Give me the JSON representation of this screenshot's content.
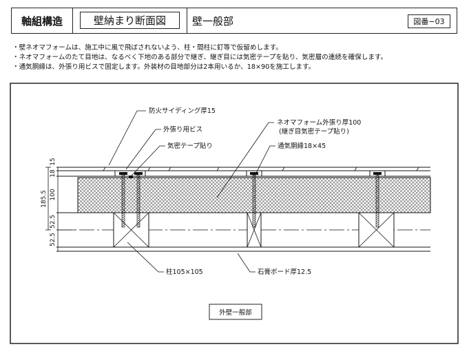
{
  "header": {
    "category": "軸組構造",
    "drawing_type": "壁納まり断面図",
    "section": "壁一般部",
    "drawing_no": "図番−03"
  },
  "notes": [
    "・壁ネオマフォームは、施工中に風で飛ばされないよう、柱・間柱に釘等で仮留めします。",
    "・ネオマフォームのたて目地は、なるべく下地のある部分で継ぎ、継ぎ目には気密テープを貼り、気密層の連続を確保します。",
    "・通気胴縁は、外張り用ビスで固定します。外装材の目地部分は2本用いるか、18×90を施工します。"
  ],
  "labels": {
    "siding": "防火サイディング厚15",
    "screw": "外張り用ビス",
    "tape": "気密テープ貼り",
    "neoma_line1": "ネオマフォーム外張り厚100",
    "neoma_line2": "(継ぎ目気密テープ貼り)",
    "furring": "通気胴縁18×45",
    "column": "柱105×105",
    "board": "石膏ボード厚12.5",
    "caption": "外壁一般部"
  },
  "dimensions": {
    "d15": "15",
    "d18": "18",
    "d100": "100",
    "d52a": "52.5",
    "d52b": "52.5",
    "total": "185.5"
  }
}
